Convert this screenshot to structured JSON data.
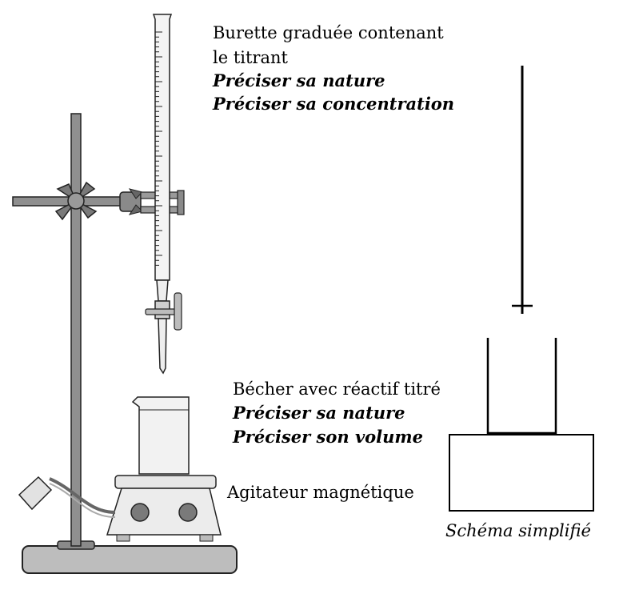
{
  "labels": {
    "burette_line1": "Burette  graduée  contenant",
    "burette_line2": "le titrant",
    "burette_nature": "Préciser sa nature",
    "burette_concentration": "Préciser sa concentration",
    "becher_line1": "Bécher avec réactif titré",
    "becher_nature": "Préciser sa nature",
    "becher_volume": "Préciser son volume",
    "agitateur": "Agitateur magnétique",
    "schema": "Schéma simplifié"
  },
  "colors": {
    "outline": "#000000",
    "metal_light": "#9a9a9a",
    "metal_dark": "#555555",
    "base_fill": "#bfbfbf",
    "stirrer_fill": "#e8e8e8",
    "glass_fill": "#f2f2f2"
  }
}
